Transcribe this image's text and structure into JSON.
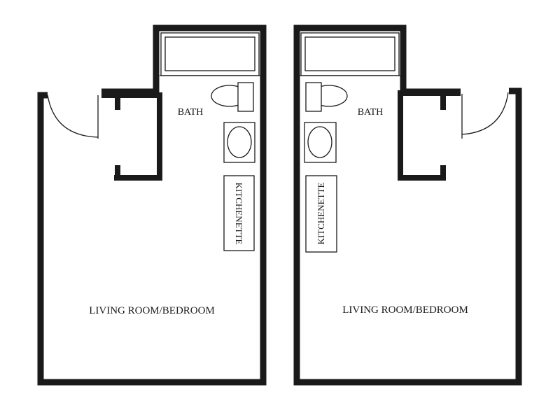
{
  "colors": {
    "wall": "#1a1a1a",
    "background": "#ffffff"
  },
  "units": [
    {
      "id": "left",
      "labels": {
        "bath": "BATH",
        "kitchenette": "KITCHENETTE",
        "living": "LIVING ROOM/BEDROOM"
      }
    },
    {
      "id": "right",
      "labels": {
        "bath": "BATH",
        "kitchenette": "KITCHENETTE",
        "living": "LIVING ROOM/BEDROOM"
      }
    }
  ]
}
